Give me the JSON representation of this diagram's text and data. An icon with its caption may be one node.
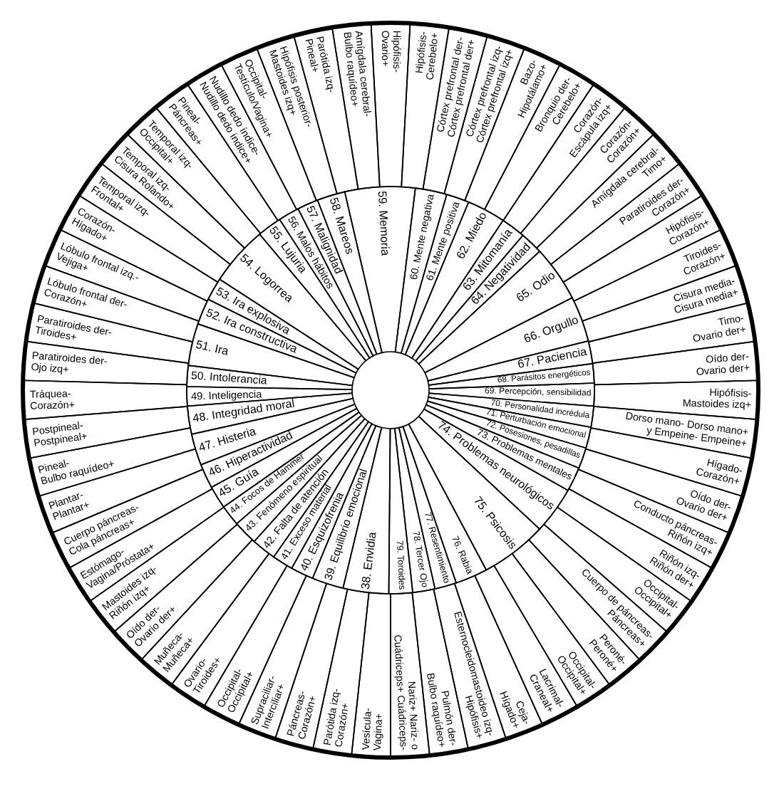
{
  "diagram": {
    "nodes": [
      {
        "text": [
          "38. Envidia"
        ]
      },
      {
        "text": [
          "39. Equilibrio emocional"
        ]
      },
      {
        "text": [
          "40. Esquizofrenia"
        ]
      },
      {
        "text": [
          "41. Exceso material"
        ]
      },
      {
        "text": [
          "42. Falta de atención"
        ]
      },
      {
        "text": [
          "43. Fenómeno espiritual"
        ]
      },
      {
        "text": [
          "44. Focos de Hammer"
        ]
      },
      {
        "text": [
          "45. Guía"
        ]
      },
      {
        "text": [
          "46. Hiperactividad"
        ]
      },
      {
        "text": [
          "47. Histeria"
        ]
      },
      {
        "text": [
          "48. Integridad moral"
        ]
      },
      {
        "text": [
          "49. Inteligencia"
        ]
      },
      {
        "text": [
          "50. Intolerancia"
        ]
      },
      {
        "text": [
          "51. Ira"
        ]
      },
      {
        "text": [
          "52. Ira constructiva"
        ]
      },
      {
        "text": [
          "53. Ira explosiva"
        ]
      },
      {
        "text": [
          "54. Logorrea"
        ]
      },
      {
        "text": [
          "55. Lujuria"
        ]
      },
      {
        "text": [
          "56. Malos hábitos"
        ]
      },
      {
        "text": [
          "57. Malignidad"
        ]
      },
      {
        "text": [
          "58. Mareos"
        ]
      },
      {
        "text": [
          "59. Memoria"
        ]
      },
      {
        "text": [
          "60. Mente negativa"
        ]
      },
      {
        "text": [
          "61. Mente positiva"
        ]
      },
      {
        "text": [
          "62. Miedo"
        ]
      },
      {
        "text": [
          "63. Mitomanía"
        ]
      },
      {
        "text": [
          "64. Negatividad"
        ]
      },
      {
        "text": [
          "65. Odio"
        ]
      },
      {
        "text": [
          "66. Orgullo"
        ]
      },
      {
        "text": [
          "67. Paciencia"
        ]
      },
      {
        "text": [
          "68. Parásitos energéticos"
        ]
      },
      {
        "text": [
          "69. Percepción, sensibilidad"
        ]
      },
      {
        "text": [
          "70. Personalidad incrédula"
        ]
      },
      {
        "text": [
          "71. Perturbación emocional"
        ]
      },
      {
        "text": [
          "72. Posesiones, pesadillas"
        ]
      },
      {
        "text": [
          "73. Problemas mentales"
        ]
      },
      {
        "text": [
          "74. Problemas neurológicos"
        ]
      },
      {
        "text": [
          "75. Psicosis"
        ]
      },
      {
        "text": [
          "76. Rabia"
        ]
      },
      {
        "text": [
          "77. Resentimiento"
        ]
      },
      {
        "text": [
          "78. Tercer Ojo"
        ]
      },
      {
        "text": [
          "79. Toroides"
        ]
      },
      {
        "text": [
          "Hipófisis- Ovario+"
        ]
      },
      {
        "text": [
          "Hipófisis- Cerebelo+"
        ]
      },
      {
        "text": [
          "Córtex prefrontal der- Córtex prefrontal der+"
        ]
      },
      {
        "text": [
          "Córtex prefrontal izq- Córtex prefrontal izq+"
        ]
      },
      {
        "text": [
          "Bazo- Hipotálamo+"
        ]
      },
      {
        "text": [
          "Bronquio der- Cerebelo+"
        ]
      },
      {
        "text": [
          "Corazón- Escápula izq+"
        ]
      },
      {
        "text": [
          "Corazón- Corazón+"
        ]
      },
      {
        "text": [
          "Amígdala cerebral- Timo+"
        ]
      },
      {
        "text": [
          "Paratiroides der- Corazón+"
        ]
      },
      {
        "text": [
          "Hipófisis- Corazón+"
        ]
      },
      {
        "text": [
          "Tiroides- Corazón+"
        ]
      },
      {
        "text": [
          "Cisura media- Cisura media+"
        ]
      },
      {
        "text": [
          "Timo- Ovario der+"
        ]
      },
      {
        "text": [
          "Oído der- Ovario der+"
        ]
      },
      {
        "text": [
          "Hipófisis- Mastoides izq+"
        ]
      },
      {
        "text": [
          "Dorso mano- Dorso mano+ y Empeine- Empeine+"
        ]
      },
      {
        "text": [
          "Hígado- Corazón+"
        ]
      },
      {
        "text": [
          "Oído der- Ovario der+"
        ]
      },
      {
        "text": [
          "Conducto páncreas- Riñón izq+"
        ]
      },
      {
        "text": [
          "Riñón izq- Riñón der+"
        ]
      },
      {
        "text": [
          "Occipital- Occipital+"
        ]
      },
      {
        "text": [
          "Cuerpo de páncreas- Páncreas+"
        ]
      },
      {
        "text": [
          "Peroné- Peroné+"
        ]
      },
      {
        "text": [
          "Occipital- Occipital+"
        ]
      },
      {
        "text": [
          "Lacrimal- Craneal+"
        ]
      },
      {
        "text": [
          "Ceja- Hígado+"
        ]
      },
      {
        "text": [
          "Esternocleidomastoideo izq- Hipófisis+"
        ]
      },
      {
        "text": [
          "Pulmón der- Bulbo raquídeo+"
        ]
      },
      {
        "text": [
          "Nariz+ Nariz- o Cuádriceps+ Cuádriceps-"
        ]
      },
      {
        "text": [
          "Vesícula- Vagina+"
        ]
      },
      {
        "text": [
          "Parótida izq- Corazón+"
        ]
      },
      {
        "text": [
          "Páncreas- Corazón+"
        ]
      },
      {
        "text": [
          "Supraciliar- Interciliar+"
        ]
      },
      {
        "text": [
          "Occipital- Occipital+"
        ]
      },
      {
        "text": [
          "Ovario- Tiroides+"
        ]
      },
      {
        "text": [
          "Muñeca- Muñeca+"
        ]
      },
      {
        "text": [
          "Oído der- Ovario der+"
        ]
      },
      {
        "text": [
          "Mastoides izq- Riñón izq+"
        ]
      },
      {
        "text": [
          "Estómago- Vagina/Próstata+"
        ]
      },
      {
        "text": [
          "Cuerpo páncreas- Cola páncreas+"
        ]
      },
      {
        "text": [
          "Plantar- Plantar+"
        ]
      },
      {
        "text": [
          "Pineal- Bulbo raquídeo+"
        ]
      },
      {
        "text": [
          "Postpineal- Postpineal+"
        ]
      },
      {
        "text": [
          "Tráquea- Corazón+"
        ]
      },
      {
        "text": [
          "Paratiroides der- Ojo izq+"
        ]
      },
      {
        "text": [
          "Paratiroides der- Tiroides+"
        ]
      },
      {
        "text": [
          "Lóbulo frontal der- Corazón+"
        ]
      },
      {
        "text": [
          "Lóbulo frontal izq.- Vejiga+"
        ]
      },
      {
        "text": [
          "Corazón- Hígado+"
        ]
      },
      {
        "text": [
          "Temporal izq- Frontal+"
        ]
      },
      {
        "text": [
          "Temporal izq- Cisura Rolando+"
        ]
      },
      {
        "text": [
          "Temporal izq- Occipital+"
        ]
      },
      {
        "text": [
          "Pineal- Páncreas+"
        ]
      },
      {
        "text": [
          "Nudillo dedo índice- Nudillo dedo índice+"
        ]
      },
      {
        "text": [
          "Occipital- Testículo/Vagina+"
        ]
      },
      {
        "text": [
          "Hipófisis posterior- Mastoides izq+"
        ]
      },
      {
        "text": [
          "Parótida izq- Pineal+"
        ]
      },
      {
        "text": [
          "Amígdala cerebral- Bulbo raquídeo+"
        ]
      }
    ]
  }
}
